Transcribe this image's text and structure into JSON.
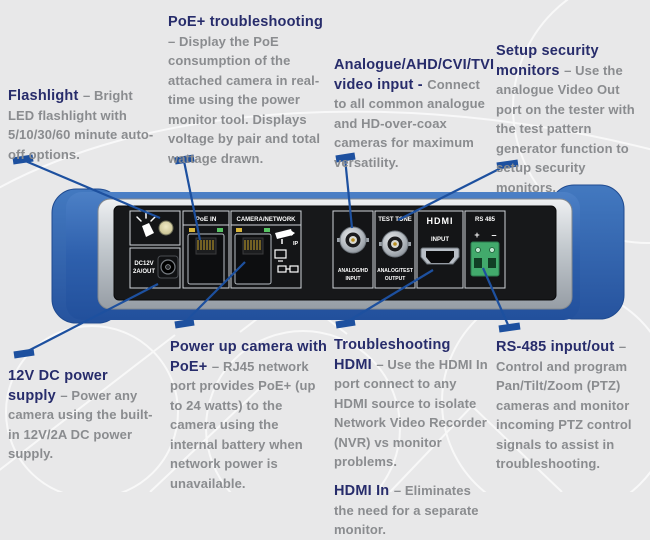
{
  "callouts": {
    "flashlight": {
      "heading": "Flashlight",
      "body": "– Bright LED flashlight with 5/10/30/60 minute auto-off options."
    },
    "poe_troubleshooting": {
      "heading": "PoE+ troubleshooting",
      "body": "– Display the PoE consumption of the attached camera in real-time using the power monitor tool. Displays voltage by pair and total wattage drawn."
    },
    "analogue_input": {
      "heading": "Analogue/AHD/CVI/TVI video input -",
      "body": "Connect to all common analogue and HD-over-coax cameras for maximum versatility."
    },
    "setup_monitors": {
      "heading": "Setup security monitors",
      "body": "– Use the analogue Video Out port on the tester with the test pattern generator function to setup security monitors."
    },
    "dc_power": {
      "heading": "12V DC power supply",
      "body": "– Power any camera using the built-in 12V/2A DC power supply."
    },
    "poe_power": {
      "heading": "Power up camera with PoE+",
      "body": "– RJ45 network port provides PoE+ (up to 24 watts) to the camera using the internal battery when network power is unavailable."
    },
    "hdmi_troubleshooting": {
      "heading": "Troubleshooting HDMI",
      "body": "– Use the HDMI In port connect to any HDMI source to isolate Network Video Recorder (NVR) vs monitor problems."
    },
    "hdmi_in": {
      "heading": "HDMI In",
      "body": "– Eliminates the need for a separate monitor."
    },
    "rs485": {
      "heading": "RS-485 input/out",
      "body": "– Control and program Pan/Tilt/Zoom (PTZ) cameras and monitor incoming PTZ control signals to assist in troubleshooting."
    }
  },
  "device": {
    "ports": {
      "dc_label_line1": "DC12V",
      "dc_label_line2": "2A/OUT",
      "poe_in_label": "PoE IN",
      "camera_network_label": "CAMERA/NETWORK",
      "ip_label": "IP",
      "analog_input_label_line1": "ANALOG/HD",
      "analog_input_label_line2": "INPUT",
      "test_tone_label": "TEST TONE",
      "analog_output_label_line1": "ANALOG/TEST",
      "analog_output_label_line2": "OUTPUT",
      "hdmi_logo": "HDMI",
      "hdmi_input_label": "INPUT",
      "rs485_label": "RS 485",
      "rs485_plus": "+",
      "rs485_minus": "–"
    }
  },
  "colors": {
    "heading_navy": "#272c6b",
    "body_gray": "#8a8c8f",
    "leader_blue": "#1d509f",
    "device_blue": "#2e60ad",
    "terminal_green": "#42aa6c",
    "led_yellow": "#d8b53a",
    "led_green": "#57c463"
  }
}
